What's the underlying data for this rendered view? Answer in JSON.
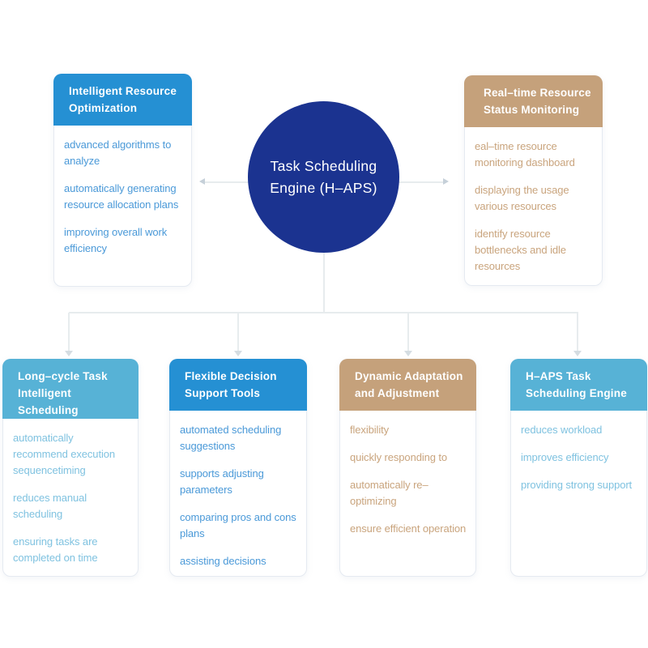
{
  "colors": {
    "blue_header": "#2590d3",
    "light_blue_header": "#57b2d6",
    "tan_header": "#c5a17b",
    "navy_circle": "#1b3390",
    "blue_text": "#4a99d8",
    "light_blue_text": "#7fc2e0",
    "tan_text": "#c9a47d"
  },
  "center": {
    "lines": [
      "Task Scheduling",
      "Engine (H–APS)"
    ]
  },
  "cards": {
    "top_left": {
      "title": "Intelligent Resource Optimization",
      "items": [
        "advanced algorithms to analyze",
        "automatically generating resource allocation plans",
        "improving overall work efficiency"
      ]
    },
    "top_right": {
      "title": "Real–time Resource Status Monitoring",
      "items": [
        "eal–time resource monitoring dashboard",
        "displaying the usage various resources",
        "identify resource bottlenecks and idle resources"
      ]
    },
    "bottom_1": {
      "title": "Long–cycle Task Intelligent Scheduling",
      "items": [
        "automatically recommend execution sequencetiming",
        "reduces manual scheduling",
        "ensuring tasks are completed on time"
      ]
    },
    "bottom_2": {
      "title": "Flexible Decision Support Tools",
      "items": [
        "automated scheduling suggestions",
        "supports adjusting parameters",
        "comparing pros and cons plans",
        "assisting decisions"
      ]
    },
    "bottom_3": {
      "title": "Dynamic Adaptation and Adjustment",
      "items": [
        "flexibility",
        "quickly responding to",
        "automatically re–optimizing",
        "ensure efficient operation"
      ]
    },
    "bottom_4": {
      "title": "H–APS Task Scheduling Engine",
      "items": [
        "reduces workload",
        "improves efficiency",
        "providing strong support"
      ]
    }
  }
}
